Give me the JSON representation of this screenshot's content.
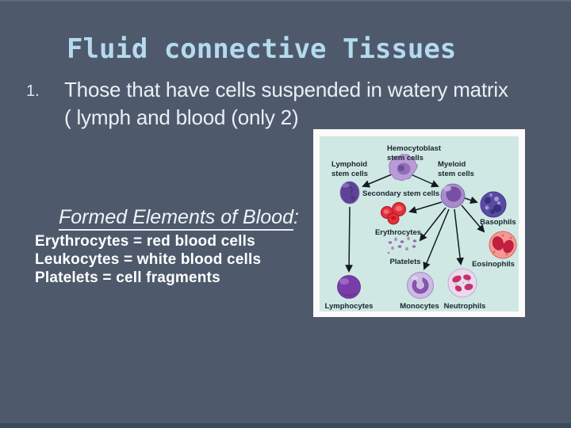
{
  "slide": {
    "title": "Fluid connective Tissues",
    "bullet": {
      "number": "1.",
      "line1": "Those that have cells suspended in watery matrix",
      "line2": "( lymph and blood (only 2)"
    },
    "formed": {
      "heading": "Formed Elements of Blood",
      "colon": ":",
      "lines": [
        "Erythrocytes = red blood cells",
        "Leukocytes = white blood cells",
        "Platelets = cell fragments"
      ]
    }
  },
  "diagram": {
    "labels": {
      "hemocytoblast_line1": "Hemocytoblast",
      "hemocytoblast_line2": "stem cells",
      "lymphoid_line1": "Lymphoid",
      "lymphoid_line2": "stem cells",
      "myeloid_line1": "Myeloid",
      "myeloid_line2": "stem cells",
      "secondary": "Secondary stem cells",
      "erythrocytes": "Erythrocytes",
      "platelets": "Platelets",
      "basophils": "Basophils",
      "eosinophils": "Eosinophils",
      "lymphocytes": "Lymphocytes",
      "monocytes": "Monocytes",
      "neutrophils": "Neutrophils"
    }
  },
  "colors": {
    "slide_background": "#4e5a6c",
    "title_text": "#b5daf0",
    "body_text": "#eaeff5",
    "bold_text": "#ffffff",
    "diagram_panel": "#cfe8e3",
    "diagram_frame": "#fdfafa",
    "diagram_text": "#1a2430",
    "bottom_edge": "#3c495d"
  }
}
